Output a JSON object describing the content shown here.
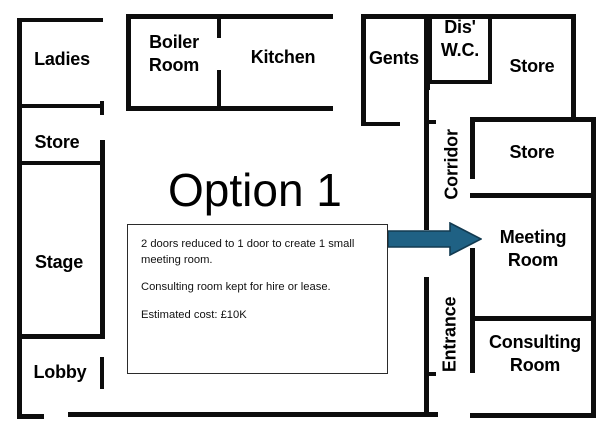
{
  "title": "Option 1",
  "diagram_type": "floor-plan",
  "colors": {
    "wall": "#0d0d0d",
    "arrow": "#1f6184",
    "arrow_outline": "#123a50",
    "background": "#ffffff",
    "callout_border": "#2b2b2b"
  },
  "rooms": [
    {
      "id": "ladies",
      "label": "Ladies"
    },
    {
      "id": "store-left-top",
      "label": "Store"
    },
    {
      "id": "stage",
      "label": "Stage"
    },
    {
      "id": "lobby",
      "label": "Lobby"
    },
    {
      "id": "boiler-room",
      "label": "Boiler\nRoom"
    },
    {
      "id": "kitchen",
      "label": "Kitchen"
    },
    {
      "id": "gents",
      "label": "Gents"
    },
    {
      "id": "disabled-wc",
      "label": "Dis'\nW.C."
    },
    {
      "id": "store-right-top",
      "label": "Store"
    },
    {
      "id": "store-right-mid",
      "label": "Store"
    },
    {
      "id": "corridor",
      "label": "Corridor",
      "rotated": true
    },
    {
      "id": "entrance",
      "label": "Entrance",
      "rotated": true
    },
    {
      "id": "meeting-room",
      "label": "Meeting\nRoom"
    },
    {
      "id": "consulting-room",
      "label": "Consulting\nRoom"
    }
  ],
  "callout": {
    "line1": "2 doors reduced to 1 door to create 1 small meeting room.",
    "line2": "Consulting room kept for hire or lease.",
    "line3": "Estimated cost: £10K"
  },
  "annotation_arrow": {
    "name": "pointer-arrow",
    "direction": "right",
    "points_to": "meeting-room"
  }
}
